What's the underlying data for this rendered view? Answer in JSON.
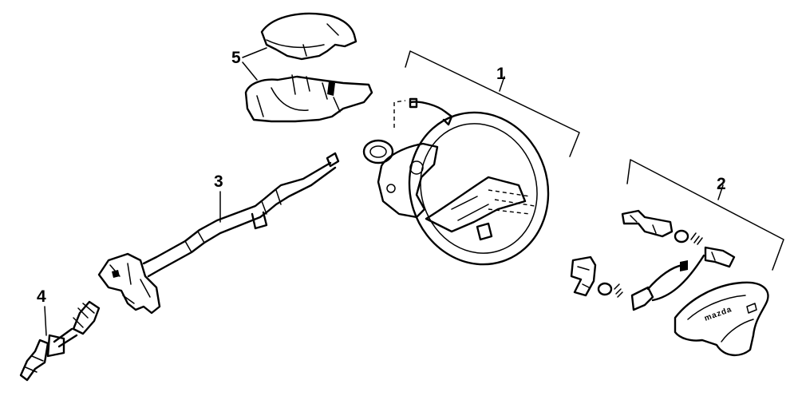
{
  "callouts": {
    "c1": "1",
    "c2": "2",
    "c3": "3",
    "c4": "4",
    "c5": "5"
  },
  "logo": {
    "text": "mazda"
  },
  "colors": {
    "ink": "#000000",
    "background": "#ffffff"
  }
}
